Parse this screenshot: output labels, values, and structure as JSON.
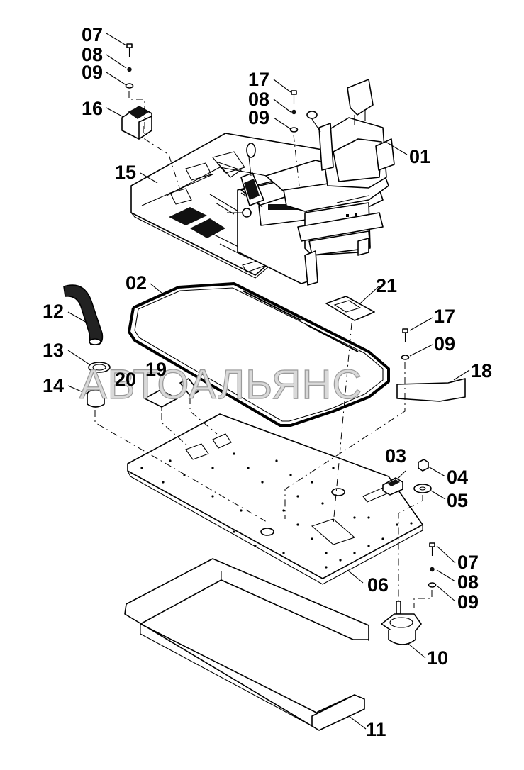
{
  "watermark": "АВТОАЛЬЯНС",
  "callouts": [
    {
      "id": "c-07-top",
      "text": "07"
    },
    {
      "id": "c-08-top",
      "text": "08"
    },
    {
      "id": "c-09-top",
      "text": "09"
    },
    {
      "id": "c-16",
      "text": "16"
    },
    {
      "id": "c-15",
      "text": "15"
    },
    {
      "id": "c-17-seat",
      "text": "17"
    },
    {
      "id": "c-08-seat",
      "text": "08"
    },
    {
      "id": "c-09-seat",
      "text": "09"
    },
    {
      "id": "c-01",
      "text": "01"
    },
    {
      "id": "c-02",
      "text": "02"
    },
    {
      "id": "c-21",
      "text": "21"
    },
    {
      "id": "c-12",
      "text": "12"
    },
    {
      "id": "c-13",
      "text": "13"
    },
    {
      "id": "c-14",
      "text": "14"
    },
    {
      "id": "c-20",
      "text": "20"
    },
    {
      "id": "c-19",
      "text": "19"
    },
    {
      "id": "c-17-right",
      "text": "17"
    },
    {
      "id": "c-09-right",
      "text": "09"
    },
    {
      "id": "c-18",
      "text": "18"
    },
    {
      "id": "c-03",
      "text": "03"
    },
    {
      "id": "c-04",
      "text": "04"
    },
    {
      "id": "c-05",
      "text": "05"
    },
    {
      "id": "c-06",
      "text": "06"
    },
    {
      "id": "c-07-bottom",
      "text": "07"
    },
    {
      "id": "c-08-bottom",
      "text": "08"
    },
    {
      "id": "c-09-bottom",
      "text": "09"
    },
    {
      "id": "c-10",
      "text": "10"
    },
    {
      "id": "c-11",
      "text": "11"
    }
  ]
}
